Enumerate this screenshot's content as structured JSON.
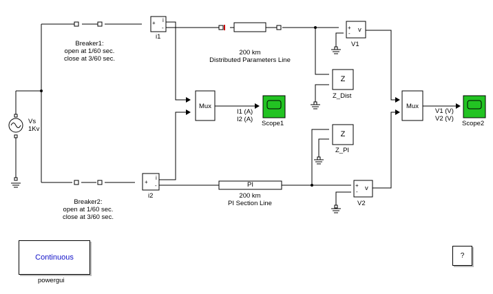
{
  "breaker1": {
    "name": "Breaker1:",
    "line1": "open at 1/60 sec.",
    "line2": "close at 3/60 sec."
  },
  "breaker2": {
    "name": "Breaker2:",
    "line1": "open at 1/60 sec.",
    "line2": "close at 3/60 sec."
  },
  "source": {
    "name": "Vs",
    "value": "1Kv"
  },
  "line_dist": {
    "len": "200 km",
    "title": "Distributed Parameters Line"
  },
  "line_pi": {
    "block_label": "PI",
    "len": "200 km",
    "title": "PI Section Line"
  },
  "i1": {
    "name": "i1",
    "port_i": "i",
    "port_plus": "+",
    "port_minus": "-"
  },
  "i2": {
    "name": "i2",
    "port_i": "i",
    "port_plus": "+",
    "port_minus": "-"
  },
  "v1": {
    "name": "V1",
    "port_v": "v",
    "port_plus": "+",
    "port_minus": "-"
  },
  "v2": {
    "name": "V2",
    "port_v": "v",
    "port_plus": "+",
    "port_minus": "-"
  },
  "z_dist": {
    "symbol": "Z",
    "name": "Z_Dist"
  },
  "z_pi": {
    "symbol": "Z",
    "name": "Z_PI"
  },
  "mux1": {
    "label": "Mux"
  },
  "mux2": {
    "label": "Mux"
  },
  "sig1": {
    "a": "I1 (A)",
    "b": "I2 (A)"
  },
  "sig2": {
    "a": "V1 (V)",
    "b": "V2 (V)"
  },
  "scope1": {
    "name": "Scope1"
  },
  "scope2": {
    "name": "Scope2"
  },
  "powergui": {
    "button": "Continuous",
    "name": "powergui"
  },
  "help": {
    "label": "?"
  },
  "colors": {
    "scope_green": "#22c322",
    "powergui_text": "#1010c8",
    "port_red": "#cc0000"
  }
}
